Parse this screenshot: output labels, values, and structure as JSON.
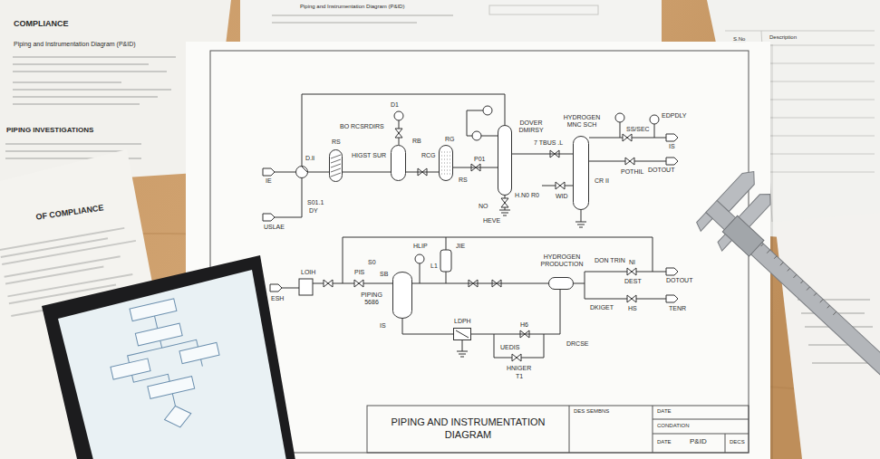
{
  "diagram": {
    "title": "PIPING AND INSTRUMENTATION DIAGRAM",
    "nodes": [
      {
        "text": [
          "D.li"
        ]
      },
      {
        "text": [
          "RS"
        ]
      },
      {
        "text": [
          "HIGST SUR"
        ]
      },
      {
        "text": [
          "RCG"
        ]
      },
      {
        "text": [
          "DOVER DMIRSY"
        ]
      },
      {
        "text": [
          "HYDROGEN MNC SCH"
        ]
      },
      {
        "text": [
          "PIPING 5686"
        ]
      },
      {
        "text": [
          "LDPH"
        ]
      },
      {
        "text": [
          "HYDROGEN PRODUCTION"
        ]
      }
    ],
    "edges": [
      {
        "from": 0,
        "to": 1,
        "arrow": "none"
      },
      {
        "from": 1,
        "to": 2,
        "arrow": "none"
      },
      {
        "from": 2,
        "to": 3,
        "arrow": "none"
      },
      {
        "from": 3,
        "to": 4,
        "arrow": "none"
      },
      {
        "from": 4,
        "to": 5,
        "arrow": "none"
      },
      {
        "from": 6,
        "to": 8,
        "arrow": "none"
      },
      {
        "from": 6,
        "to": 7,
        "arrow": "none"
      },
      {
        "from": 7,
        "to": 8,
        "arrow": "none"
      }
    ],
    "labels": [
      "IE",
      "S01.1",
      "DY",
      "USLAE",
      "D1",
      "BO RCSRDIRS",
      "RB",
      "RG",
      "P01",
      "RS",
      "NO",
      "HEVE",
      "H.N0 R0",
      "7 TBUS .L",
      "SS/SEC",
      "EDPDLY",
      "IS",
      "DOTOUT",
      "POTHIL",
      "CR II",
      "WID",
      "ESH",
      "LOIH",
      "PIS",
      "S0",
      "HLIP",
      "JIE",
      "L1",
      "SB",
      "IS",
      "H6",
      "UEDIS",
      "HNIGER",
      "T1",
      "DRCSE",
      "DON TRIN",
      "NI",
      "DEST",
      "DOTOUT",
      "HS",
      "DKIGET",
      "TENR",
      "DES SEMBNS",
      "DATE",
      "CONDATION",
      "DATE",
      "P&ID",
      "DECS",
      "COMPLIANCE",
      "Piping and Instrumentation Diagram (P&ID)",
      "PIPING INVESTIGATIONS",
      "OF COMPLIANCE",
      "Piping and Instrumentation Diagram (P&ID)",
      "S.No",
      "Description"
    ]
  }
}
